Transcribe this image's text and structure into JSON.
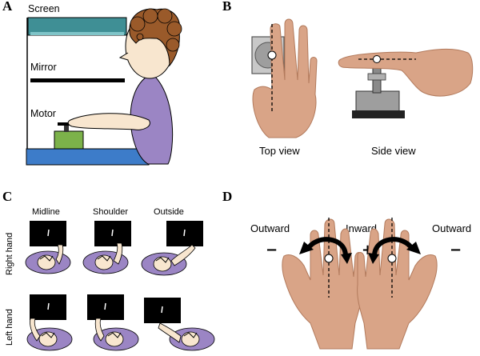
{
  "panels": {
    "a": {
      "letter": "A",
      "screen_label": "Screen",
      "mirror_label": "Mirror",
      "motor_label": "Motor"
    },
    "b": {
      "letter": "B",
      "top_view_label": "Top view",
      "side_view_label": "Side view"
    },
    "c": {
      "letter": "C",
      "columns": [
        "Midline",
        "Shoulder",
        "Outside"
      ],
      "rows": [
        "Right hand",
        "Left hand"
      ]
    },
    "d": {
      "letter": "D",
      "outward_left": "Outward",
      "inward": "Inward",
      "outward_right": "Outward",
      "minus_left": "−",
      "plus": "+",
      "minus_right": "−"
    }
  },
  "colors": {
    "screen": "#3f8f95",
    "table": "#3d7cc9",
    "motor": "#7cb24a",
    "body": "#9b85c4",
    "hair": "#9a5a2a",
    "skin": "#f8e6cf",
    "monitor": "#000000",
    "lap": "#9b85c4"
  }
}
